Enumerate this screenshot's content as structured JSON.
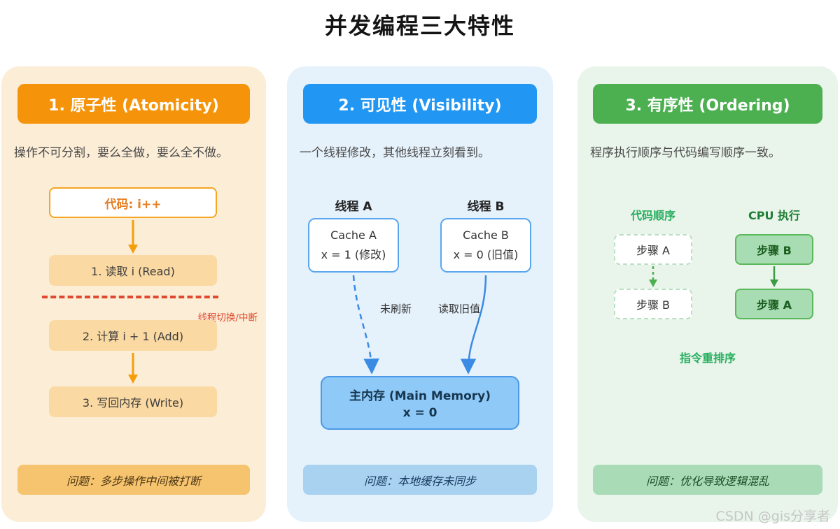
{
  "page": {
    "title": "并发编程三大特性",
    "watermark": "CSDN @gis分享者"
  },
  "colors": {
    "atomicity_accent": "#F5940B",
    "atomicity_panel_bg": "#FCEDD6",
    "visibility_accent": "#2196F3",
    "visibility_panel_bg": "#E5F1FB",
    "ordering_accent": "#4CAF50",
    "ordering_panel_bg": "#E9F5EA",
    "interrupt_red": "#E0492F"
  },
  "atomicity": {
    "header": "1. 原子性 (Atomicity)",
    "description": "操作不可分割，要么全做，要么全不做。",
    "code_box": "代码: i++",
    "step1": "1. 读取 i (Read)",
    "interrupt_label": "线程切换/中断",
    "step2": "2. 计算 i + 1 (Add)",
    "step3": "3. 写回内存 (Write)",
    "problem": "问题：多步操作中间被打断"
  },
  "visibility": {
    "header": "2. 可见性 (Visibility)",
    "description": "一个线程修改，其他线程立刻看到。",
    "thread_a": "线程 A",
    "thread_b": "线程 B",
    "cache_a_title": "Cache A",
    "cache_a_value": "x = 1 (修改)",
    "cache_b_title": "Cache B",
    "cache_b_value": "x = 0 (旧值)",
    "not_flushed": "未刷新",
    "read_old": "读取旧值",
    "memory_title": "主内存 (Main Memory)",
    "memory_value": "x = 0",
    "problem": "问题：本地缓存未同步"
  },
  "ordering": {
    "header": "3. 有序性 (Ordering)",
    "description": "程序执行顺序与代码编写顺序一致。",
    "col_code": "代码顺序",
    "col_cpu": "CPU 执行",
    "code_step_top": "步骤 A",
    "code_step_bottom": "步骤 B",
    "cpu_step_top": "步骤 B",
    "cpu_step_bottom": "步骤 A",
    "reorder_label": "指令重排序",
    "problem": "问题：优化导致逻辑混乱"
  }
}
